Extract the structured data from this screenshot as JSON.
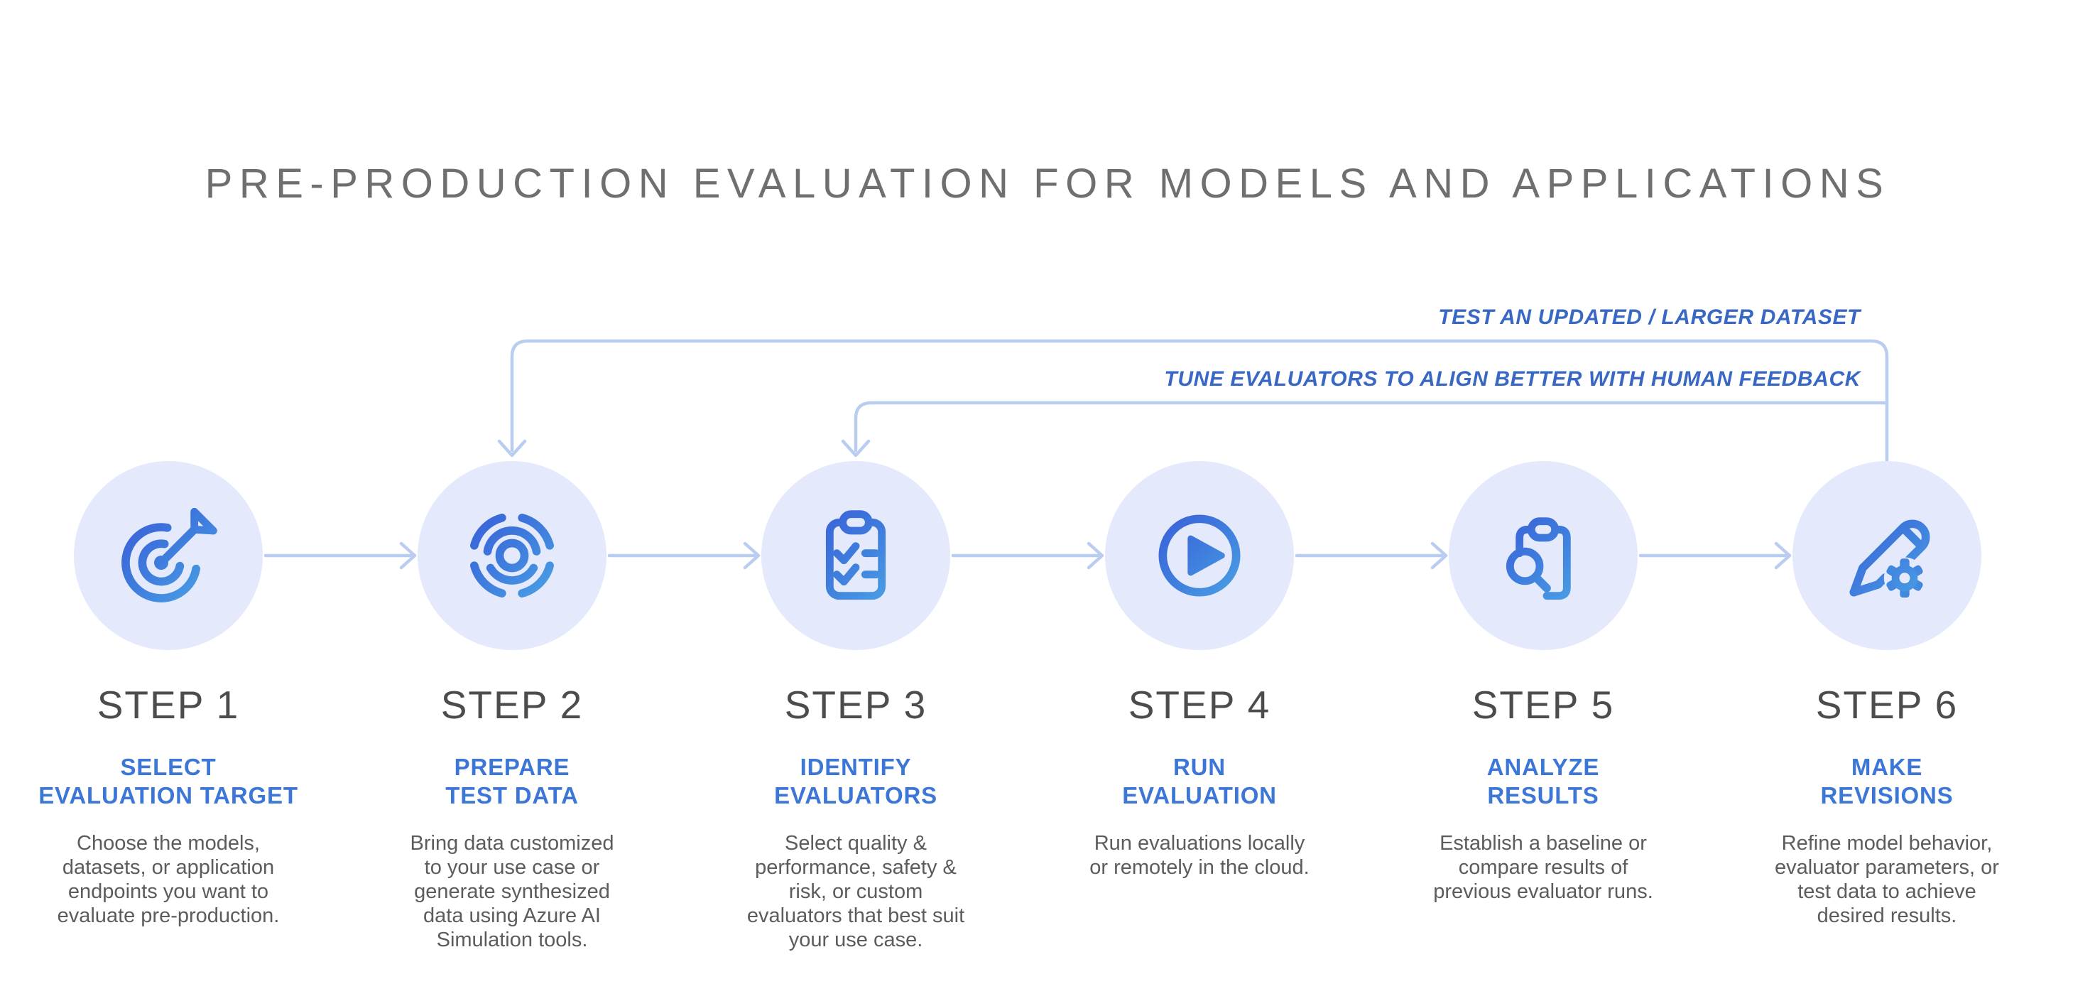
{
  "title": "PRE-PRODUCTION EVALUATION FOR MODELS AND APPLICATIONS",
  "colors": {
    "accent_blue": "#3c77d7",
    "feedback_label_blue": "#3968c4",
    "flow_line_blue": "#b9cdf0",
    "circle_background": "#e4eafb",
    "icon_gradient_start": "#3753d7",
    "icon_gradient_end": "#4fb0e8",
    "heading_gray": "#4c4c4c",
    "body_gray": "#5c5c5c",
    "title_gray": "#6f6f6f"
  },
  "feedback_loops": [
    {
      "label": "TEST AN UPDATED / LARGER DATASET",
      "from": "STEP 6",
      "to": "STEP 2"
    },
    {
      "label": "TUNE EVALUATORS TO ALIGN BETTER WITH HUMAN FEEDBACK",
      "from": "STEP 6",
      "to": "STEP 3"
    }
  ],
  "steps": [
    {
      "label": "STEP 1",
      "subtitle": "SELECT\nEVALUATION TARGET",
      "description": "Choose the models,\ndatasets, or application\nendpoints you want to\nevaluate pre-production.",
      "icon": "target-arrow"
    },
    {
      "label": "STEP 2",
      "subtitle": "PREPARE\nTEST DATA",
      "description": "Bring data customized\nto your use case or\ngenerate synthesized\ndata using Azure AI\nSimulation tools.",
      "icon": "simulation-radar"
    },
    {
      "label": "STEP 3",
      "subtitle": "IDENTIFY\nEVALUATORS",
      "description": "Select quality &\nperformance, safety &\nrisk, or custom\nevaluators that best suit\nyour use case.",
      "icon": "checklist-clipboard"
    },
    {
      "label": "STEP 4",
      "subtitle": "RUN\nEVALUATION",
      "description": "Run evaluations locally\nor remotely in the cloud.",
      "icon": "run-play"
    },
    {
      "label": "STEP 5",
      "subtitle": "ANALYZE\nRESULTS",
      "description": "Establish a baseline or\ncompare results of\nprevious evaluator runs.",
      "icon": "analyze-search-clipboard"
    },
    {
      "label": "STEP 6",
      "subtitle": "MAKE\nREVISIONS",
      "description": "Refine model behavior,\nevaluator parameters, or\ntest data to achieve\ndesired results.",
      "icon": "revise-pencil-gear"
    }
  ]
}
